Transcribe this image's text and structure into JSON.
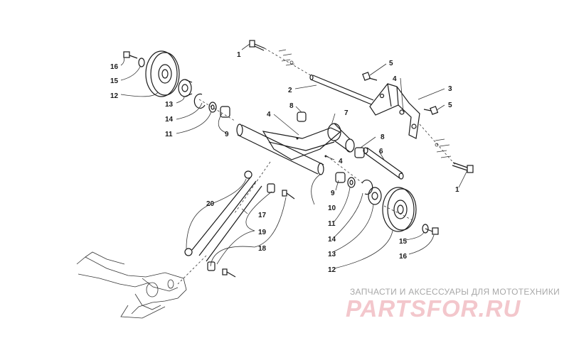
{
  "watermark": {
    "subtitle": "ЗАПЧАСТИ И АКСЕССУАРЫ ДЛЯ МОТОТЕХНИКИ",
    "brand": "PARTSFOR.RU"
  },
  "callouts": [
    {
      "num": "1"
    },
    {
      "num": "2"
    },
    {
      "num": "3"
    },
    {
      "num": "4"
    },
    {
      "num": "5"
    },
    {
      "num": "5"
    },
    {
      "num": "4"
    },
    {
      "num": "6"
    },
    {
      "num": "7"
    },
    {
      "num": "8"
    },
    {
      "num": "8"
    },
    {
      "num": "9"
    },
    {
      "num": "9"
    },
    {
      "num": "10"
    },
    {
      "num": "11"
    },
    {
      "num": "11"
    },
    {
      "num": "12"
    },
    {
      "num": "12"
    },
    {
      "num": "13"
    },
    {
      "num": "13"
    },
    {
      "num": "14"
    },
    {
      "num": "14"
    },
    {
      "num": "15"
    },
    {
      "num": "15"
    },
    {
      "num": "16"
    },
    {
      "num": "16"
    },
    {
      "num": "17"
    },
    {
      "num": "18"
    },
    {
      "num": "19"
    },
    {
      "num": "20"
    },
    {
      "num": "1"
    },
    {
      "num": "4"
    }
  ],
  "colors": {
    "line": "#1a1a1a",
    "watermark_gray": "#a8a8a8",
    "watermark_pink": "#f3c7cc"
  }
}
